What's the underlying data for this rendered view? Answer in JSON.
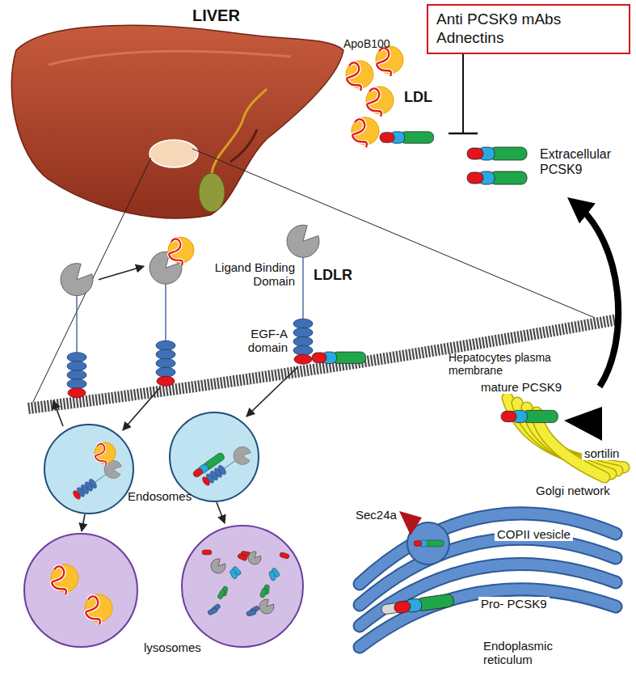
{
  "diagram": {
    "nodes": [
      {
        "text": [
          "Anti PCSK9 mAbs Adnectins"
        ]
      },
      {
        "text": [
          "Extracellular PCSK9"
        ]
      }
    ],
    "edges": [
      {
        "from": 0,
        "to": 1,
        "arrow": "none"
      }
    ],
    "labels": [
      "LIVER",
      "ApoB100",
      "LDL",
      "Ligand Binding Domain",
      "LDLR",
      "EGF-A domain",
      "Hepatocytes plasma membrane",
      "mature PCSK9",
      "sortilin",
      "Golgi network",
      "Sec24a",
      "COPII vesicle",
      "Pro- PCSK9",
      "Endoplasmic reticulum",
      "Endosomes",
      "lysosomes"
    ]
  }
}
